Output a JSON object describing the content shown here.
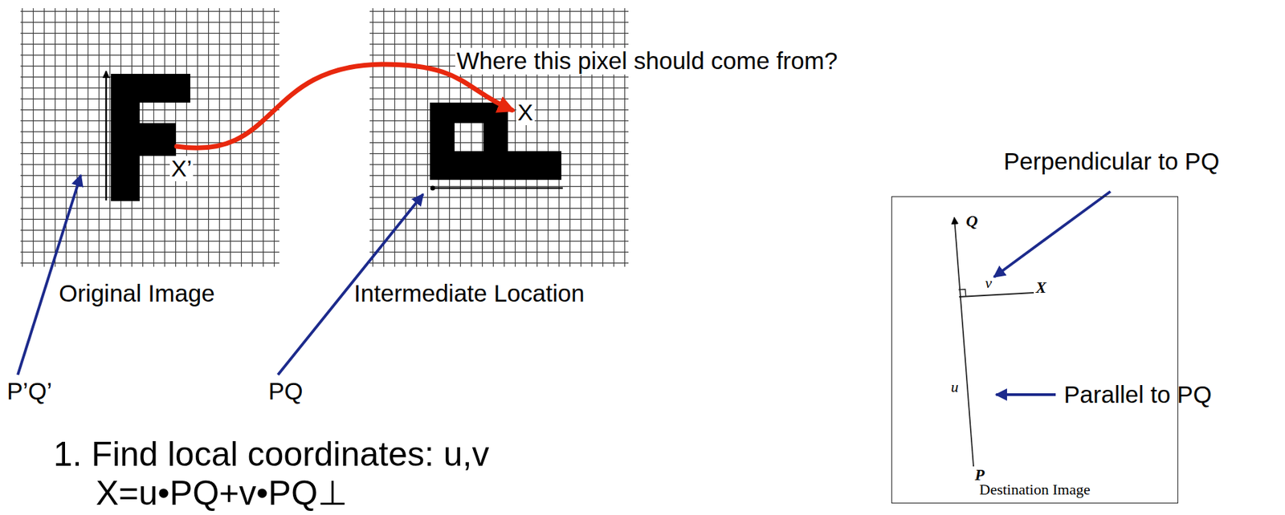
{
  "diagram": {
    "nodes": [
      {
        "text": [
          "Original Image",
          "X’"
        ]
      },
      {
        "text": [
          "Intermediate Location",
          "X"
        ]
      },
      {
        "text": [
          "Destination Image",
          "Q",
          "v",
          "X",
          "u",
          "P"
        ]
      }
    ],
    "edges": [
      {
        "from": 0,
        "to": 1,
        "arrow": "to"
      }
    ],
    "labels": [
      "Where this pixel should come from?",
      "P’Q’",
      "PQ",
      "Perpendicular to PQ",
      "Parallel to PQ",
      "1. Find local coordinates: u,v",
      "X=u•PQ+v•PQ⊥"
    ]
  }
}
